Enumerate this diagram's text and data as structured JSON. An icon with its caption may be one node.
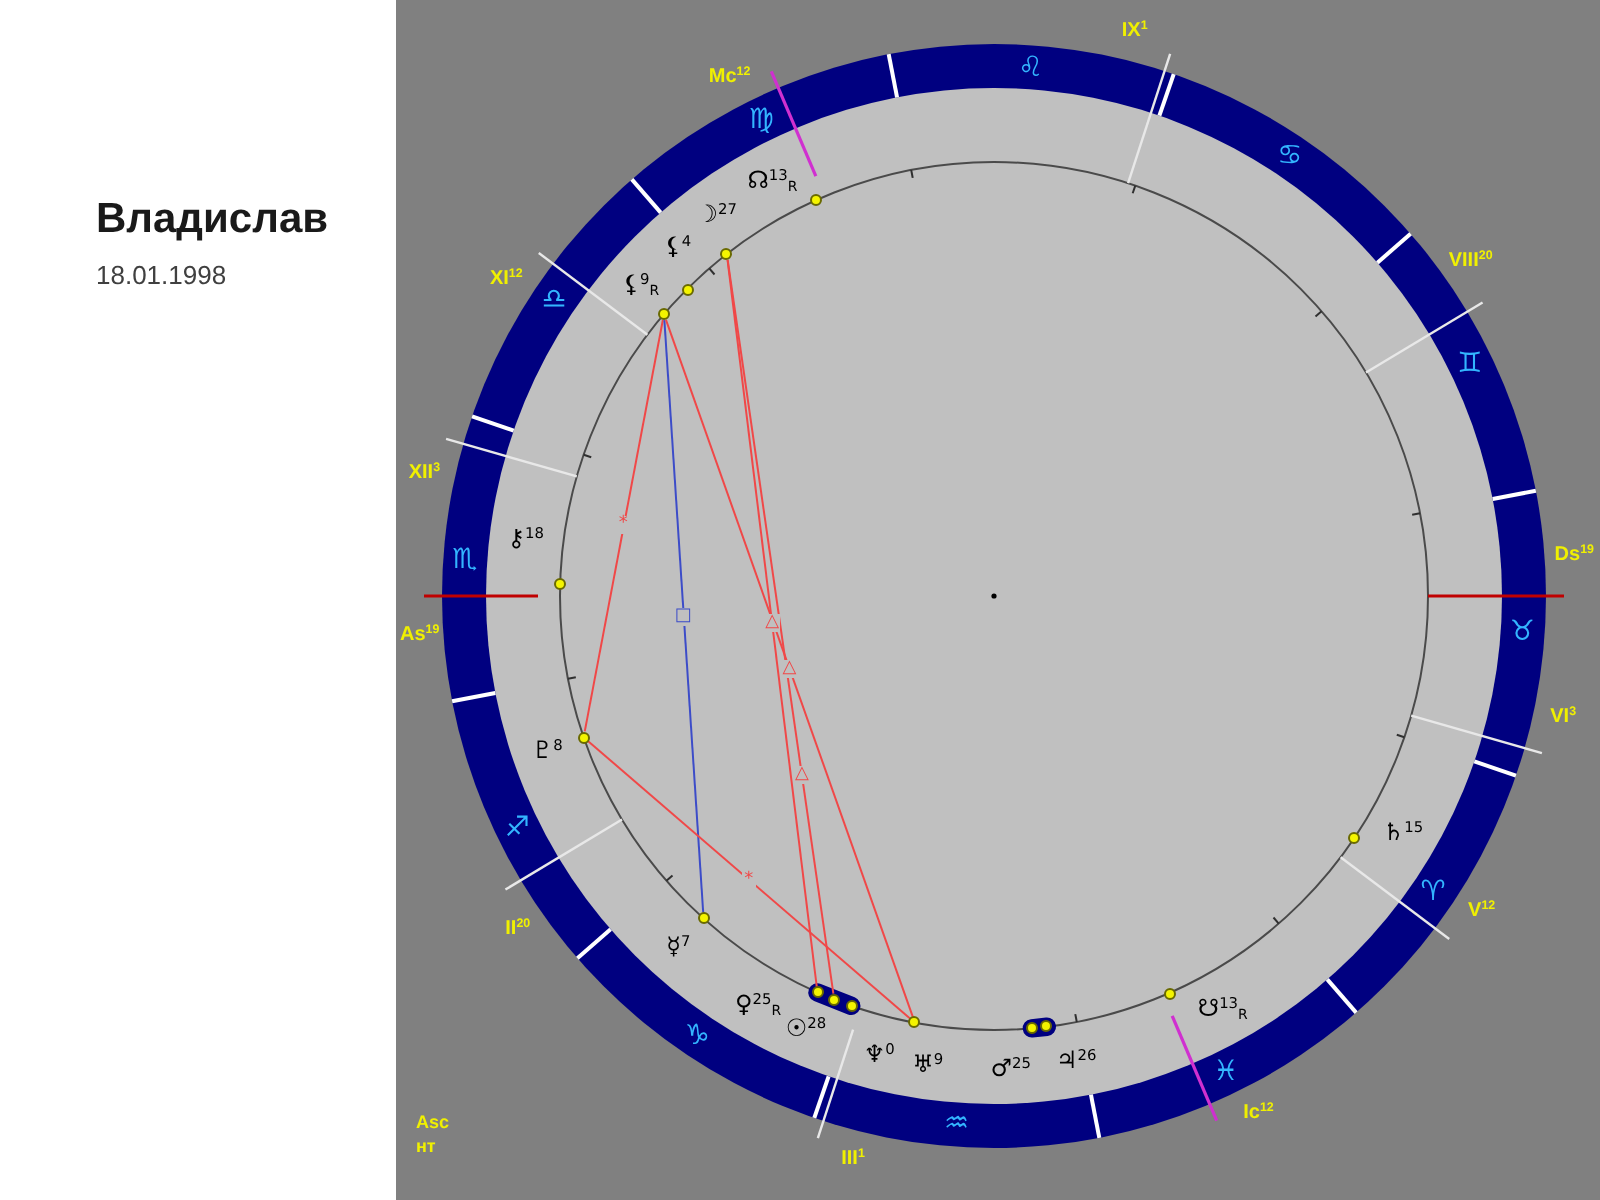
{
  "diagram": {
    "title": "Владислав",
    "nodes": [
      {
        "text": [],
        "shape": "circle",
        "beside": [
          "☊$^{13}$$_{R}$"
        ]
      },
      {
        "text": [],
        "shape": "circle",
        "beside": [
          "☽$^{27}$"
        ]
      },
      {
        "text": [],
        "shape": "circle",
        "beside": [
          "⚸$^{4}$"
        ]
      },
      {
        "text": [],
        "shape": "circle",
        "beside": [
          "⚸$^{9}$$_{R}$"
        ]
      },
      {
        "text": [],
        "shape": "circle",
        "beside": [
          "⚷$^{18}$"
        ]
      },
      {
        "text": [],
        "shape": "circle",
        "beside": [
          "♇$^{8}$"
        ]
      },
      {
        "text": [],
        "shape": "circle",
        "beside": [
          "♄$^{15}$"
        ]
      },
      {
        "text": [],
        "shape": "circle",
        "beside": [
          "☿$^{7}$"
        ]
      },
      {
        "text": [],
        "shape": "circle",
        "beside": [
          "♀$^{25}$$_{R}$"
        ]
      },
      {
        "text": [],
        "shape": "circle",
        "beside": [
          "☉$^{28}$"
        ]
      },
      {
        "text": [],
        "shape": "circle",
        "beside": [
          "♆$^{0}$"
        ]
      },
      {
        "text": [],
        "shape": "circle",
        "beside": [
          "♅$^{9}$"
        ]
      },
      {
        "text": [],
        "shape": "circle",
        "beside": [
          "♂$^{25}$"
        ]
      },
      {
        "text": [],
        "shape": "circle",
        "beside": [
          "♃$^{26}$"
        ]
      },
      {
        "text": [],
        "shape": "circle",
        "beside": [
          "☋$^{13}$$_{R}$"
        ]
      }
    ],
    "edges": [
      {
        "from": 3,
        "to": 5,
        "arrow": "none",
        "label": "*"
      },
      {
        "from": 3,
        "to": 7,
        "arrow": "none",
        "label": "□",
        "color": "#3c4cc8"
      },
      {
        "from": 3,
        "to": 11,
        "arrow": "none",
        "label": "△"
      },
      {
        "from": 1,
        "to": 8,
        "arrow": "none",
        "label": "△"
      },
      {
        "from": 1,
        "to": 9,
        "arrow": "none",
        "label": "△"
      },
      {
        "from": 5,
        "to": 11,
        "arrow": "none",
        "label": "*"
      }
    ],
    "labels": [
      "18.01.1998",
      "IX$^{1}$",
      "♌",
      "Mc$^{12}$",
      "♍",
      "♋",
      "XI$^{12}$",
      "VIII$^{20}$",
      "♎",
      "♊",
      "XII$^{3}$",
      "Ds$^{19}$",
      "♏",
      "As$^{19}$",
      "♉",
      "VI$^{3}$",
      "♐",
      "♈",
      "II$^{20}$",
      "V$^{12}$",
      "♑",
      "♓",
      "Ic$^{12}$",
      "Asc нт",
      "♒",
      "III$^{1}$"
    ]
  }
}
